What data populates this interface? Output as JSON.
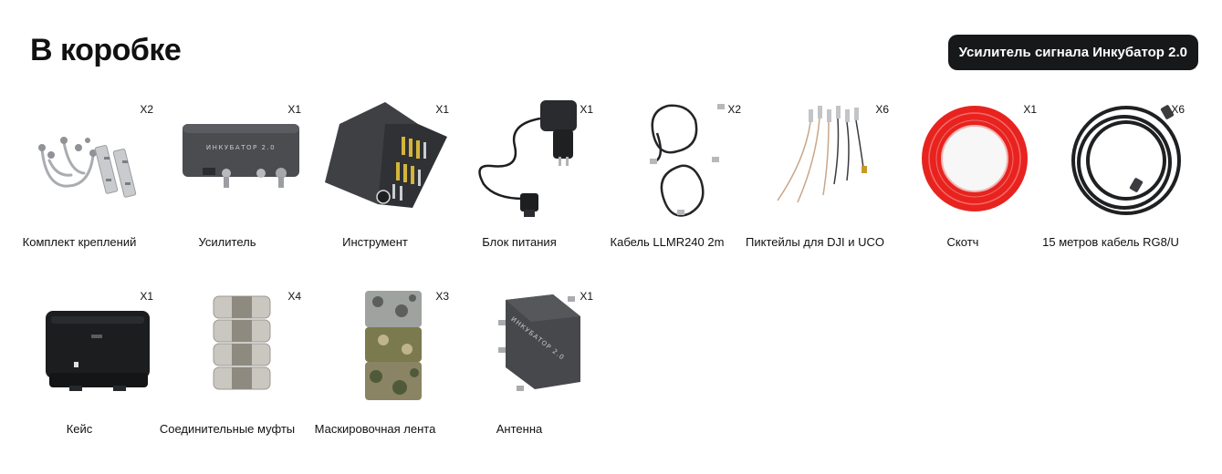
{
  "section": {
    "title": "В коробке",
    "badge": "Усилитель сигнала Инкубатор 2.0"
  },
  "items": [
    {
      "label": "Комплект креплений",
      "qty": "X2",
      "icon": "mount-kit-icon"
    },
    {
      "label": "Усилитель",
      "qty": "X1",
      "icon": "amplifier-icon"
    },
    {
      "label": "Инструмент",
      "qty": "X1",
      "icon": "tool-case-icon"
    },
    {
      "label": "Блок питания",
      "qty": "X1",
      "icon": "power-supply-icon"
    },
    {
      "label": "Кабель LLMR240 2m",
      "qty": "X2",
      "icon": "cable-icon"
    },
    {
      "label": "Пиктейлы для DJI и UCO",
      "qty": "X6",
      "icon": "pigtail-icon"
    },
    {
      "label": "Скотч",
      "qty": "X1",
      "icon": "tape-icon"
    },
    {
      "label": "15 метров кабель RG8/U",
      "qty": "X6",
      "icon": "coil-cable-icon"
    },
    {
      "label": "Кейс",
      "qty": "X1",
      "icon": "case-icon"
    },
    {
      "label": "Соединительные муфты",
      "qty": "X4",
      "icon": "coupler-icon"
    },
    {
      "label": "Маскировочная лента",
      "qty": "X3",
      "icon": "camo-tape-icon"
    },
    {
      "label": "Антенна",
      "qty": "X1",
      "icon": "antenna-icon"
    }
  ],
  "device_text": {
    "amplifier": "ИНКУБАТОР 2.0",
    "antenna": "ИНКУБАТОР 2.0"
  }
}
